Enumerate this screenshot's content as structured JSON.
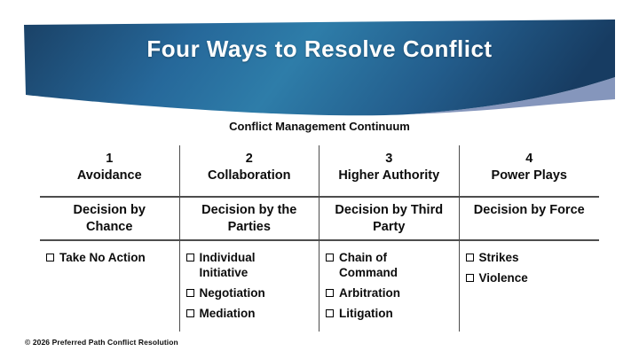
{
  "slide": {
    "title": "Four Ways to Resolve Conflict",
    "subtitle": "Conflict Management Continuum",
    "footer": "© 2026 Preferred Path Conflict Resolution"
  },
  "colors": {
    "banner_gradient": [
      "#1a4166",
      "#26689a",
      "#2e7da9",
      "#235d8c",
      "#173c62"
    ],
    "swoosh": "#8596bc",
    "table_line": "#4d4d4d",
    "text": "#0c0c0c",
    "title_text": "#ffffff"
  },
  "table": {
    "columns": [
      {
        "number": "1",
        "name": "Avoidance",
        "decision_lines": [
          "Decision by",
          "Chance"
        ],
        "items": [
          {
            "lines": [
              "Take No Action"
            ]
          }
        ]
      },
      {
        "number": "2",
        "name": "Collaboration",
        "decision_lines": [
          "Decision by the",
          "Parties"
        ],
        "items": [
          {
            "lines": [
              "Individual",
              "Initiative"
            ]
          },
          {
            "lines": [
              "Negotiation"
            ]
          },
          {
            "lines": [
              "Mediation"
            ]
          }
        ]
      },
      {
        "number": "3",
        "name": "Higher Authority",
        "decision_lines": [
          "Decision by Third",
          "Party"
        ],
        "items": [
          {
            "lines": [
              "Chain of",
              "Command"
            ]
          },
          {
            "lines": [
              "Arbitration"
            ]
          },
          {
            "lines": [
              "Litigation"
            ]
          }
        ]
      },
      {
        "number": "4",
        "name": "Power Plays",
        "decision_lines": [
          "Decision by Force"
        ],
        "items": [
          {
            "lines": [
              "Strikes"
            ]
          },
          {
            "lines": [
              "Violence"
            ]
          }
        ]
      }
    ]
  }
}
